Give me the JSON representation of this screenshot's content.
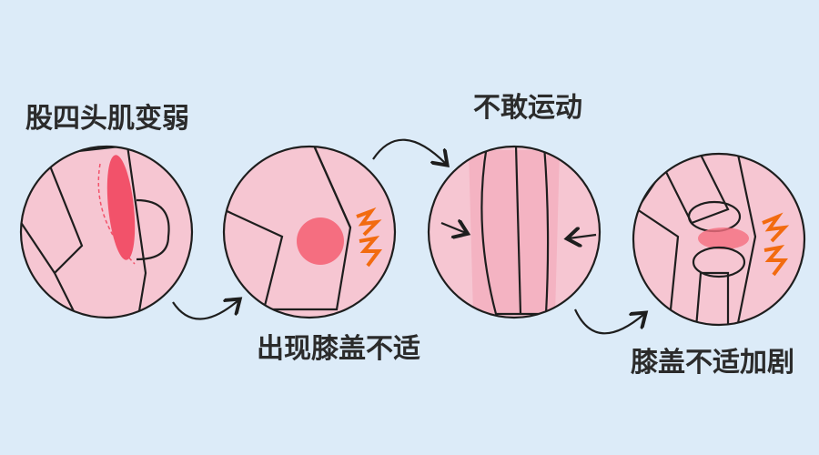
{
  "steps": [
    {
      "label": "股四头肌变弱"
    },
    {
      "label": "出现膝盖不适"
    },
    {
      "label": "不敢运动"
    },
    {
      "label": "膝盖不适加剧"
    }
  ],
  "colors": {
    "background": "#dcebf8",
    "circle_pink": "#f6c6d2",
    "skin": "#fbbba4",
    "muscle_red": "#f2526a",
    "pain_orange": "#f26b10",
    "muscle_pink": "#ef8fa3"
  }
}
